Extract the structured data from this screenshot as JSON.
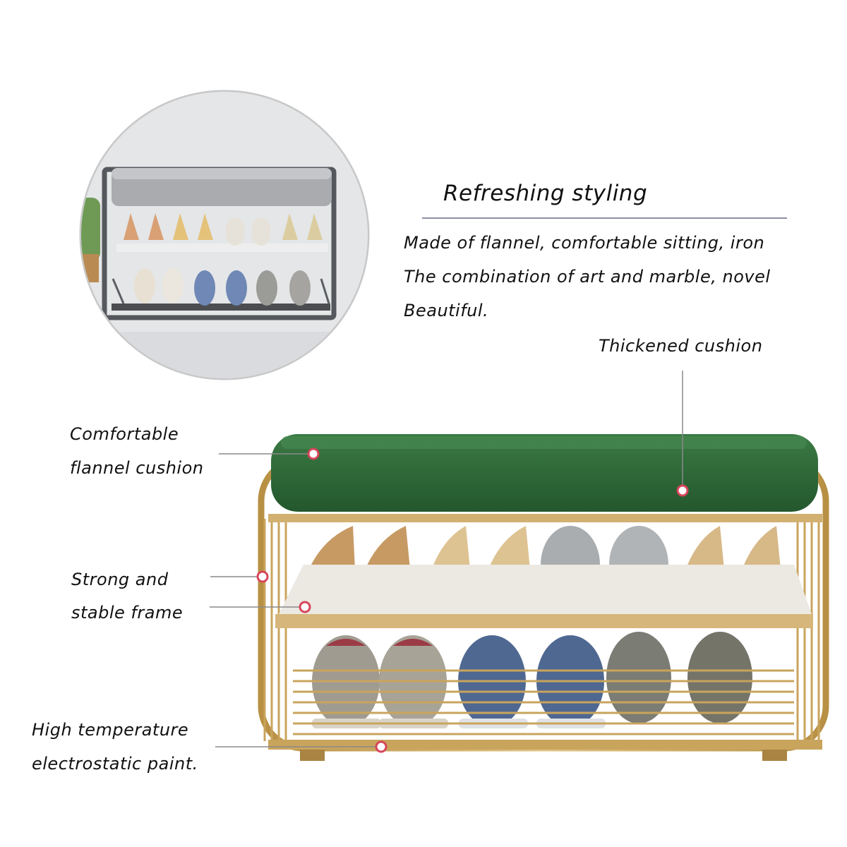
{
  "heading": "Refreshing styling",
  "description": [
    "Made of flannel, comfortable sitting, iron",
    "The combination of art and marble, novel",
    "Beautiful."
  ],
  "callouts": {
    "thickened_cushion": "Thickened cushion",
    "flannel_cushion": [
      "Comfortable",
      "flannel cushion"
    ],
    "frame": [
      "Strong and",
      "stable frame"
    ],
    "paint": [
      "High temperature",
      "electrostatic paint."
    ]
  },
  "colors": {
    "cushion_green": "#2f6a38",
    "frame_gold": "#c9a45c",
    "marble": "#ece8e2",
    "marker": "#d6455a",
    "frame_gray": "#55585c"
  }
}
